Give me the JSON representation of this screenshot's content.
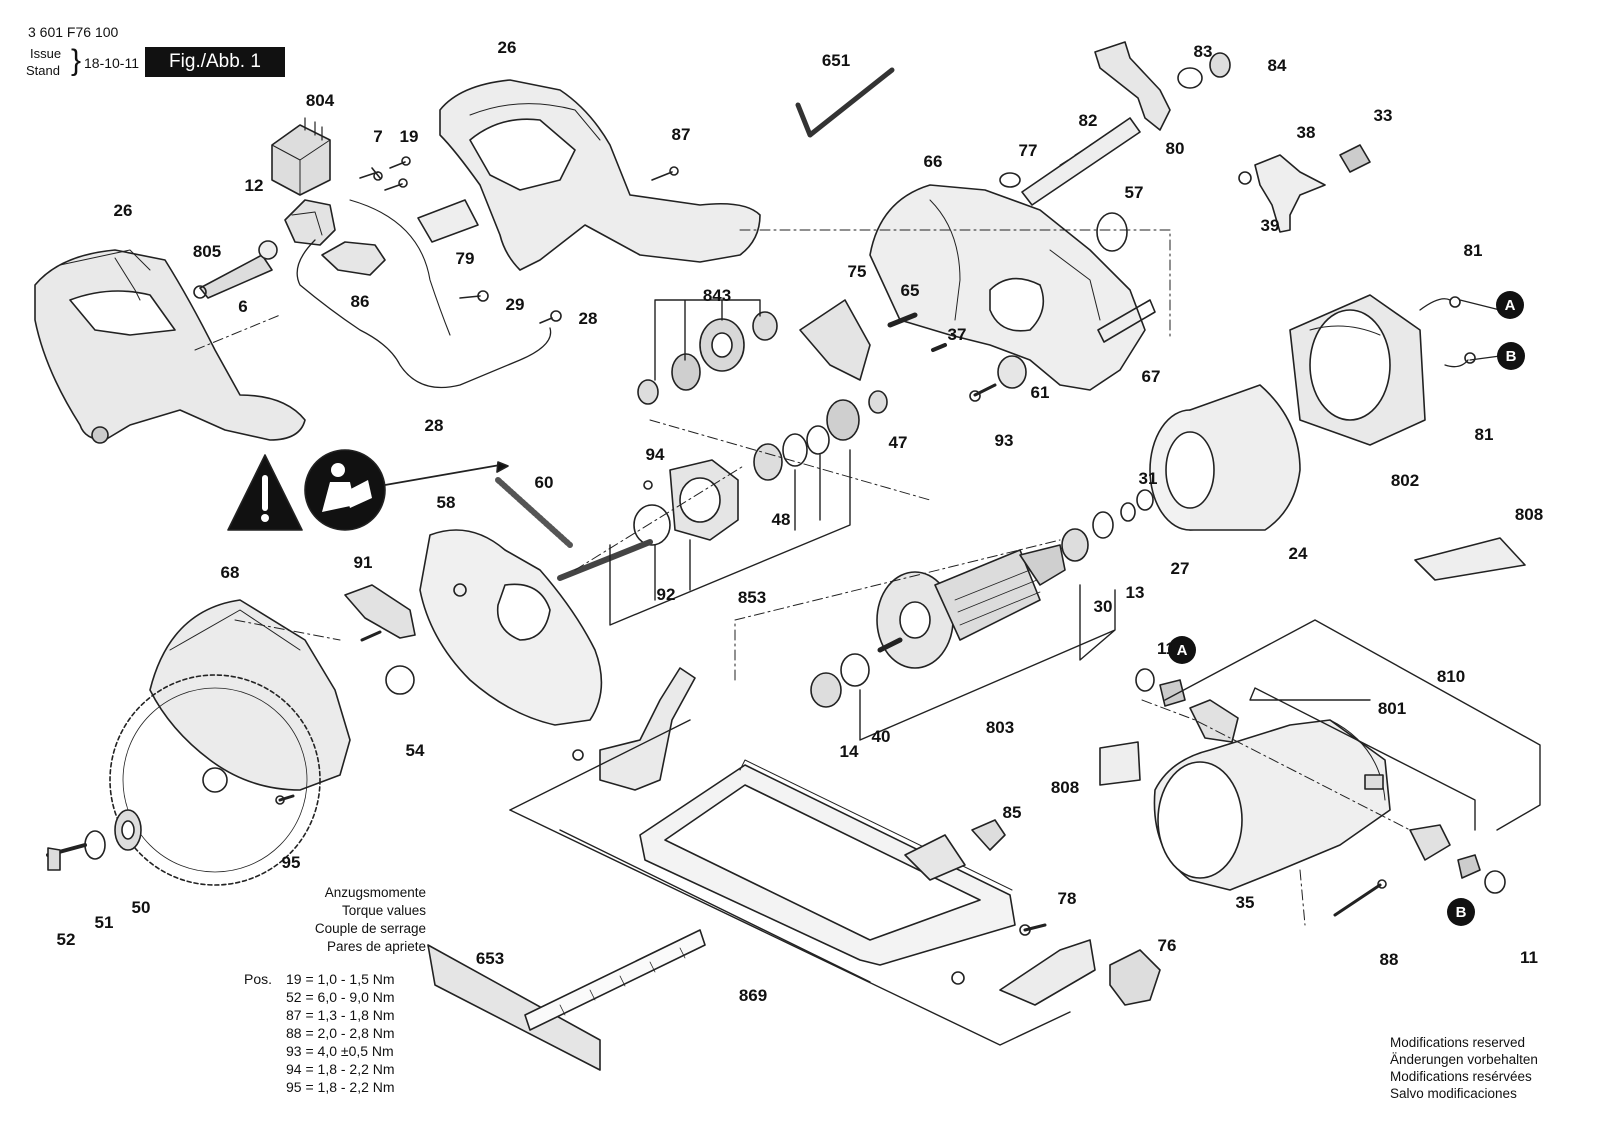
{
  "header": {
    "part_number": "3 601 F76 100",
    "issue_label": "Issue",
    "stand_label": "Stand",
    "issue_date": "18-10-11",
    "figure_label": "Fig./Abb. 1"
  },
  "torque": {
    "titles": [
      "Anzugsmomente",
      "Torque values",
      "Couple de serrage",
      "Pares de apriete"
    ],
    "pos_label": "Pos.",
    "rows": [
      "19 = 1,0 - 1,5 Nm",
      "52 = 6,0 - 9,0 Nm",
      "87 = 1,3 - 1,8 Nm",
      "88 = 2,0 - 2,8 Nm",
      "93 = 4,0 ±0,5 Nm",
      "94 = 1,8 - 2,2 Nm",
      "95 = 1,8 - 2,2 Nm"
    ]
  },
  "modifications": [
    "Modifications reserved",
    "Änderungen vorbehalten",
    "Modifications resérvées",
    "Salvo modificaciones"
  ],
  "connectors": [
    "A",
    "B"
  ],
  "part_labels": [
    "26",
    "26",
    "804",
    "7",
    "19",
    "12",
    "805",
    "6",
    "86",
    "79",
    "29",
    "28",
    "28",
    "87",
    "651",
    "83",
    "84",
    "82",
    "80",
    "77",
    "66",
    "57",
    "38",
    "33",
    "39",
    "843",
    "75",
    "65",
    "37",
    "61",
    "93",
    "67",
    "81",
    "81",
    "802",
    "94",
    "48",
    "47",
    "60",
    "58",
    "91",
    "92",
    "853",
    "31",
    "27",
    "24",
    "30",
    "13",
    "808",
    "68",
    "54",
    "95",
    "11",
    "810",
    "801",
    "14",
    "40",
    "803",
    "808",
    "85",
    "78",
    "35",
    "88",
    "11",
    "52",
    "51",
    "50",
    "653",
    "869",
    "76"
  ]
}
